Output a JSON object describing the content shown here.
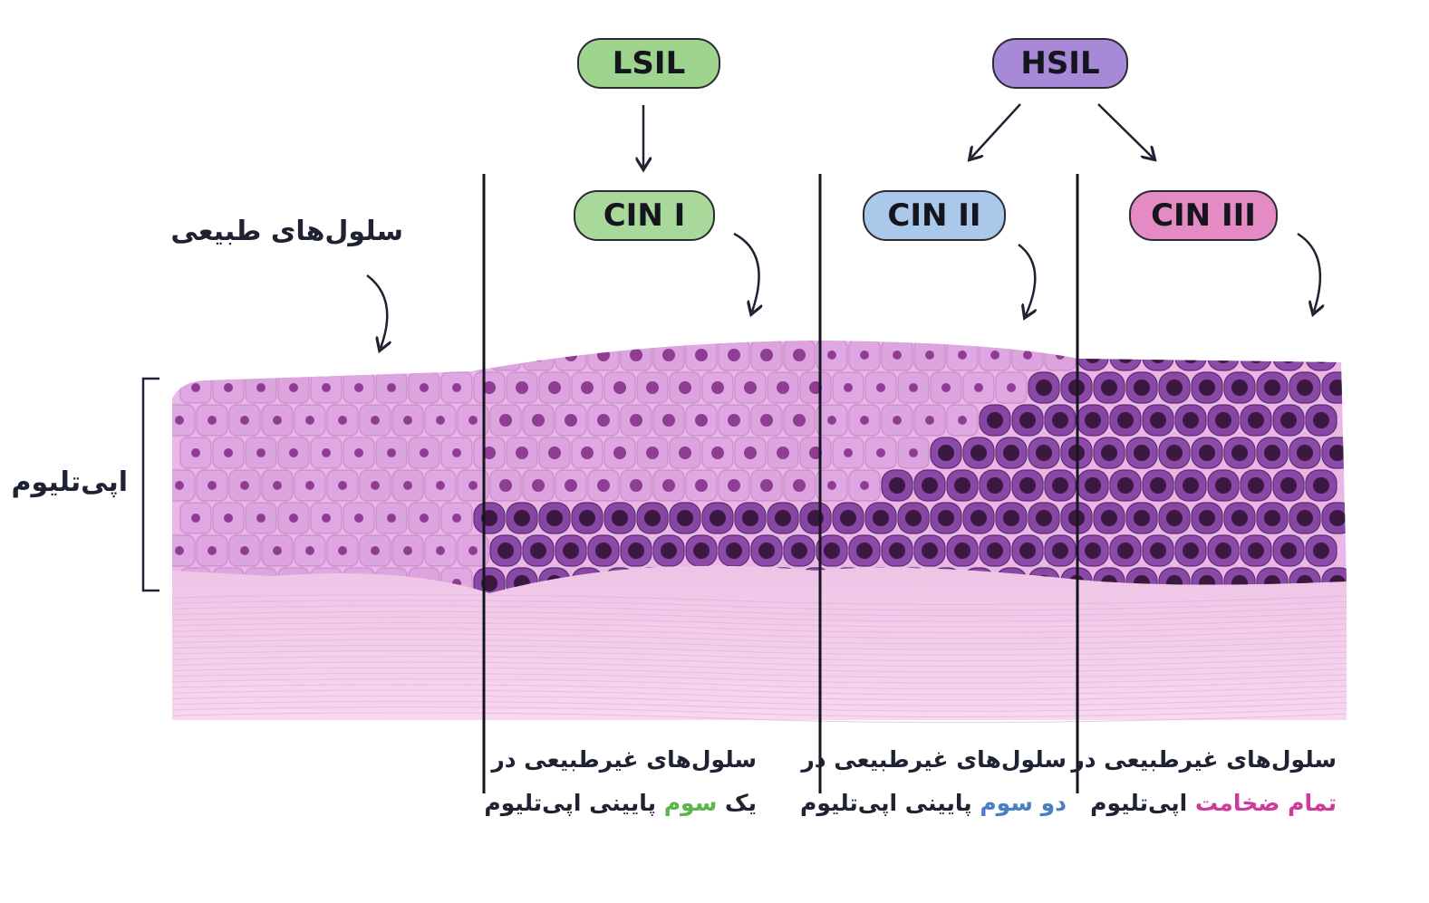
{
  "badges": {
    "lsil": {
      "label": "LSIL",
      "color": "#9fd48f"
    },
    "hsil": {
      "label": "HSIL",
      "color": "#a889d8"
    },
    "cin1": {
      "label": "CIN I",
      "color": "#a8d99a"
    },
    "cin2": {
      "label": "CIN II",
      "color": "#a9c8ea"
    },
    "cin3": {
      "label": "CIN III",
      "color": "#e58bc4"
    }
  },
  "labels": {
    "normal_cells": "سلول‌های طبیعی",
    "epithelium": "اپی‌تلیوم"
  },
  "descriptions": {
    "cin1": {
      "line1": "سلول‌های غیرطبیعی در",
      "line2_prefix": "یک ",
      "line2_highlight": "سوم",
      "line2_suffix": " پایینی اپی‌تلیوم",
      "highlight_color": "#5ab54a"
    },
    "cin2": {
      "line1": "سلول‌های غیرطبیعی در",
      "line2_highlight": "دو سوم",
      "line2_suffix": " پایینی اپی‌تلیوم",
      "highlight_color": "#4a7fc6"
    },
    "cin3": {
      "line1": "سلول‌های غیرطبیعی در",
      "line2_highlight": "تمام ضخامت",
      "line2_suffix": " اپی‌تلیوم",
      "highlight_color": "#cc3a9a"
    }
  },
  "colors": {
    "normal_cell": "#e0a8e2",
    "normal_nucleus": "#8e3d93",
    "abnormal_cell": "#8c4aa8",
    "abnormal_nucleus": "#3a1840",
    "stroma": "#f3cdea"
  }
}
